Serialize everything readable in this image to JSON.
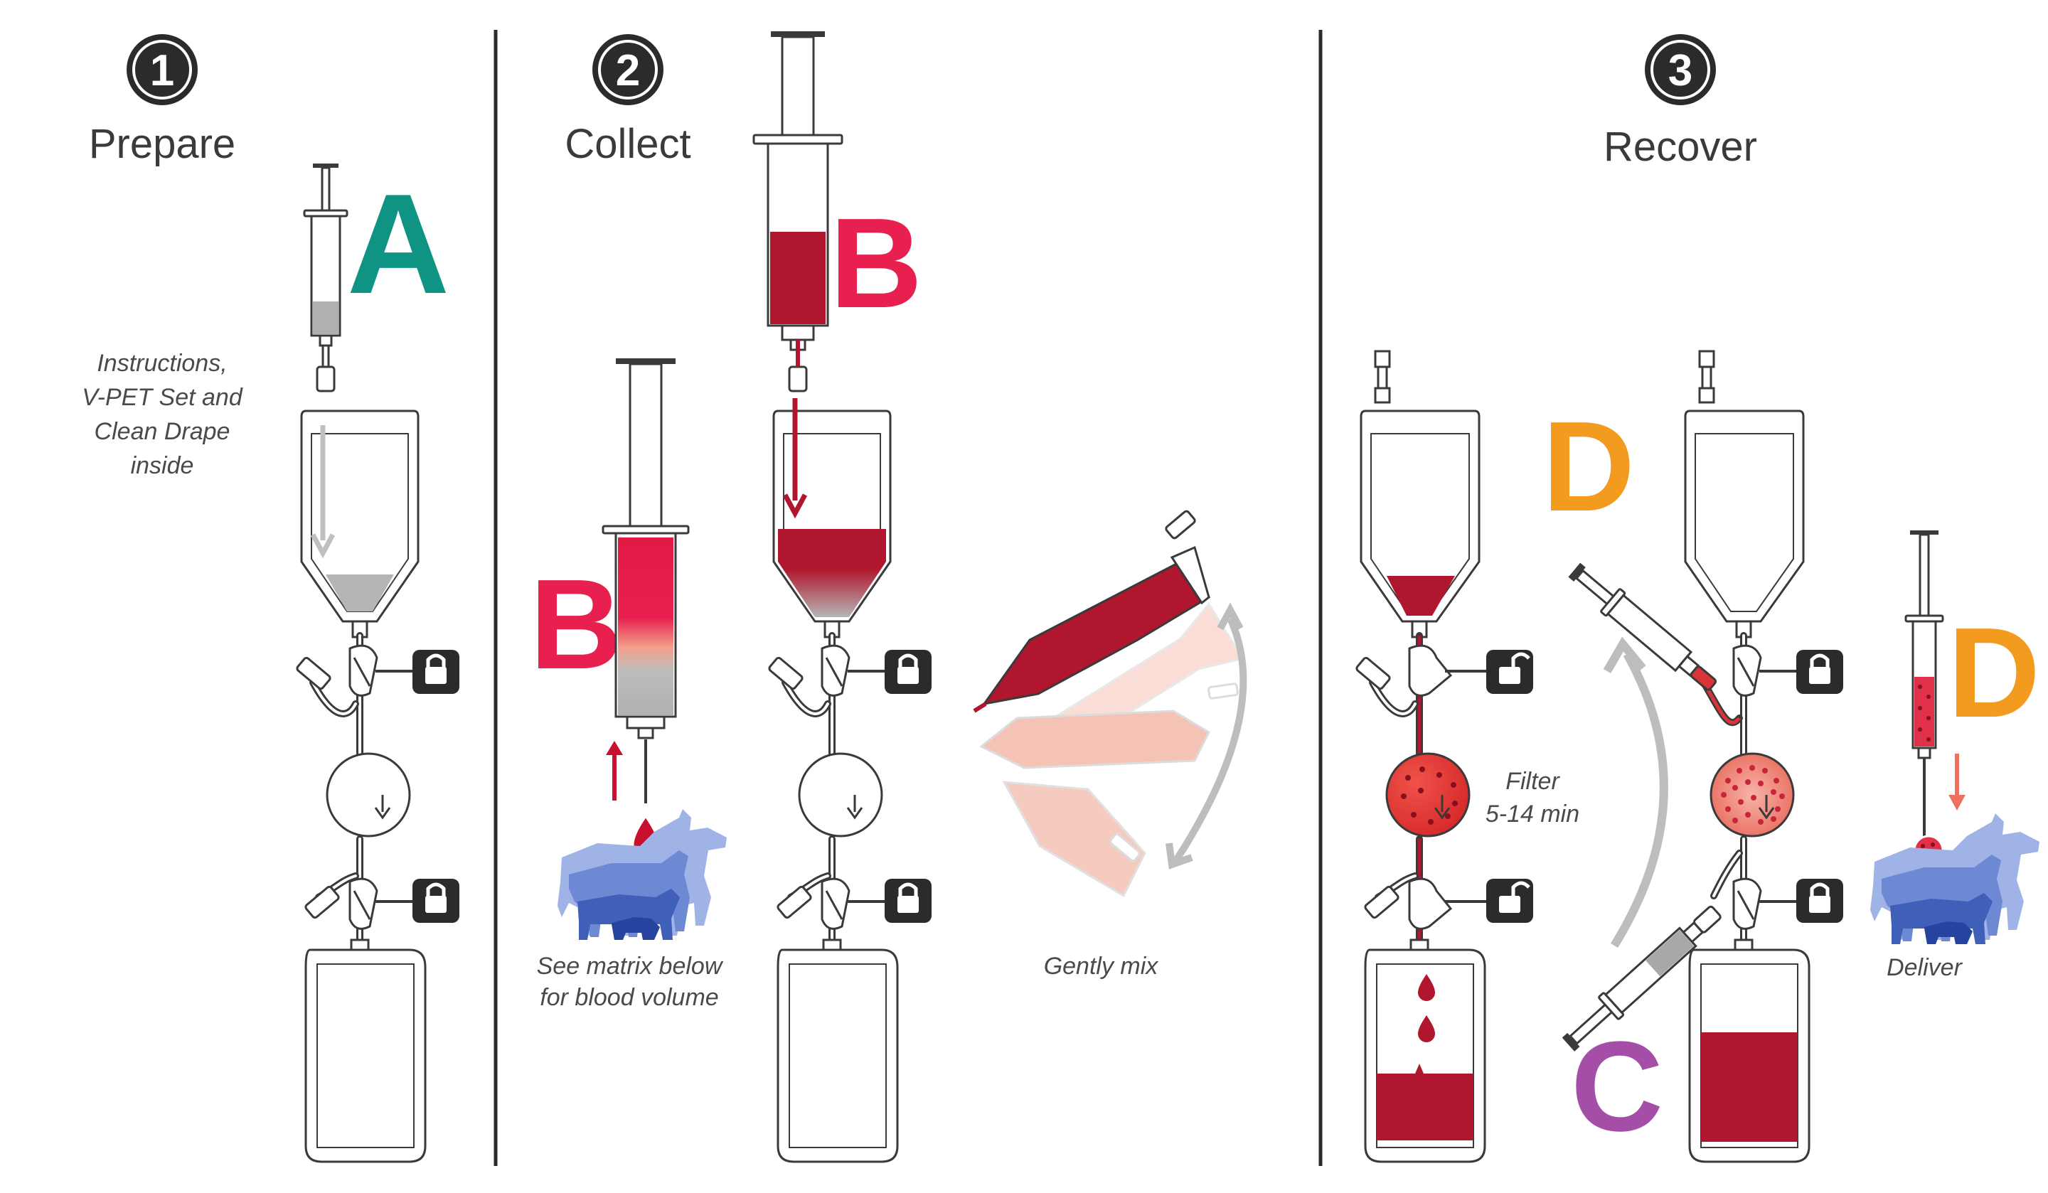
{
  "steps": [
    {
      "number": "1",
      "title": "Prepare"
    },
    {
      "number": "2",
      "title": "Collect"
    },
    {
      "number": "3",
      "title": "Recover"
    }
  ],
  "letters": {
    "a": "A",
    "b": "B",
    "c": "C",
    "d": "D"
  },
  "captions": {
    "instructions": [
      "Instructions,",
      "V-PET Set and",
      "Clean Drape",
      "inside"
    ],
    "matrix": [
      "See matrix below",
      "for blood volume"
    ],
    "mix": "Gently mix",
    "filter": [
      "Filter",
      "5-14 min"
    ],
    "deliver": "Deliver"
  },
  "colors": {
    "blood": "#b0162d",
    "letter_a": "#0f9484",
    "letter_b": "#e8204f",
    "letter_c": "#a44ea8",
    "letter_d": "#f39b1f",
    "animals": "#4f6fc4",
    "dark": "#2b2b2b"
  },
  "icons": [
    "syringe-icon",
    "bag-icon",
    "filter-icon",
    "lock-icon",
    "unlock-icon",
    "blood-drop-icon",
    "animals-icon",
    "arrow-icon"
  ]
}
